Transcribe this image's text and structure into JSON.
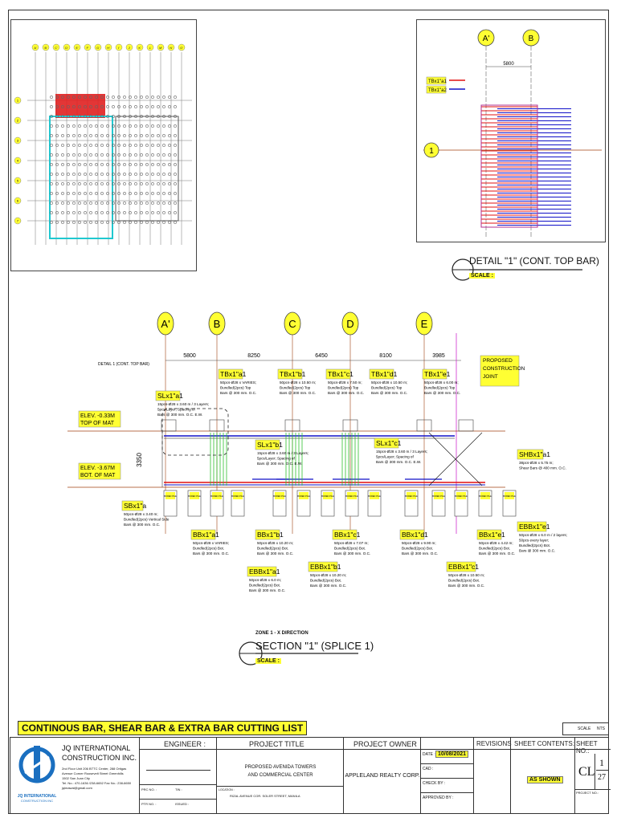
{
  "plan_labels": {
    "grid_top": [
      "A'",
      "B'",
      "C'",
      "D'",
      "E'",
      "F'",
      "G'",
      "H'",
      "I'",
      "J'",
      "K'",
      "L'",
      "M'",
      "N'",
      "O'"
    ],
    "grid_left": [
      "1",
      "2",
      "3",
      "4",
      "5",
      "6",
      "7"
    ]
  },
  "detail1": {
    "grid": [
      "A'",
      "B"
    ],
    "row": "1",
    "dim": "5800",
    "legend": [
      "TBx1\"a1",
      "TBx1\"a2"
    ],
    "title": "DETAIL \"1\" (CONT. TOP BAR)",
    "scale_label": "SCALE :",
    "colors": {
      "red": "#e01010",
      "blue": "#1010c8"
    }
  },
  "section": {
    "grid": [
      "A'",
      "B",
      "C",
      "D",
      "E"
    ],
    "dims": [
      "5800",
      "8250",
      "6450",
      "8100",
      "3985"
    ],
    "detail_ref": "DETAIL 1 (CONT. TOP BAR)",
    "joint_label": [
      "PROPOSED",
      "CONSTRUCTION",
      "JOINT"
    ],
    "elev_top": [
      "ELEV. -0.33M",
      "TOP OF MAT"
    ],
    "elev_bot": [
      "ELEV. -3.67M",
      "BOT. OF MAT"
    ],
    "thickness": "3350",
    "top_tags": [
      {
        "tag": "TBx1\"a1",
        "note": [
          "50pcs-Ø28 x VARIES;",
          "Bundled(2pcs) Top",
          "Bars @ 300 mm. O.C."
        ]
      },
      {
        "tag": "TBx1\"b1",
        "note": [
          "50pcs-Ø28 x 10.50 m;",
          "Bundled(2pcs) Top",
          "Bars @ 300 mm. O.C."
        ]
      },
      {
        "tag": "TBx1\"c1",
        "note": [
          "50pcs-Ø28 x 7.50 m;",
          "Bundled(2pcs) Top",
          "Bars @ 300 mm. O.C."
        ]
      },
      {
        "tag": "TBx1\"d1",
        "note": [
          "50pcs-Ø28 x 10.50 m;",
          "Bundled(2pcs) Top",
          "Bars @ 300 mm. O.C."
        ]
      },
      {
        "tag": "TBx1\"e1",
        "note": [
          "50pcs-Ø28 x 6.00 m;",
          "Bundled(2pcs) Top",
          "Bars @ 300 mm. O.C."
        ]
      }
    ],
    "sl_a": {
      "tag": "SLx1\"a1",
      "note": [
        "15pcs-Ø28 x 3.60 m / 3 Layers;",
        "5pcs/Layer; Spacing of",
        "Bars @ 300 mm. O.C. E.W."
      ]
    },
    "sl_b": {
      "tag": "SLx1\"b1",
      "note": [
        "15pcs-Ø28 x 3.60 m / 3 Layers;",
        "5pcs/Layer; Spacing of",
        "Bars @ 300 mm. O.C. E.W."
      ]
    },
    "sl_c": {
      "tag": "SLx1\"c1",
      "note": [
        "15pcs-Ø28 x 3.60 m / 3 Layers;",
        "5pcs/Layer; Spacing of",
        "Bars @ 300 mm. O.C. E.W."
      ]
    },
    "sh": {
      "tag": "SHBx1\"a1",
      "note": [
        "38pcs-Ø28 x 5.75 m;",
        "Shear Bars @ 400 mm. O.C."
      ]
    },
    "sb": {
      "tag": "SBx1\"a",
      "note": [
        "50pcs-Ø28 x 3.40 m;",
        "Bundled(2pcs) Vertical Side",
        "Bars @ 300 mm. O.C."
      ]
    },
    "bot_tags": [
      {
        "tag": "BBx1\"a1",
        "note": [
          "50pcs-Ø28 x VARIES;",
          "Bundled(2pcs) Bot.",
          "Bars @ 300 mm. O.C."
        ]
      },
      {
        "tag": "BBx1\"b1",
        "note": [
          "50pcs-Ø28 x 10.20 m;",
          "Bundled(2pcs) Bot.",
          "Bars @ 300 mm. O.C."
        ]
      },
      {
        "tag": "BBx1\"c1",
        "note": [
          "50pcs-Ø28 x 7.07 m;",
          "Bundled(2pcs) Bot.",
          "Bars @ 300 mm. O.C."
        ]
      },
      {
        "tag": "BBx1\"d1",
        "note": [
          "50pcs-Ø28 x 9.90 m;",
          "Bundled(2pcs) Bot.",
          "Bars @ 300 mm. O.C."
        ]
      },
      {
        "tag": "BBx1\"e1",
        "note": [
          "50pcs-Ø28 x 4.42 m;",
          "Bundled(2pcs) Bot.",
          "Bars @ 300 mm. O.C."
        ]
      }
    ],
    "eb_tags": [
      {
        "tag": "EBBx1\"a1",
        "note": [
          "50pcs-Ø28 x 6.0 m;",
          "Bundled(2pcs) Bot.",
          "Bars @ 300 mm. O.C."
        ]
      },
      {
        "tag": "EBBx1\"b1",
        "note": [
          "50pcs-Ø28 x 10.20 m;",
          "Bundled(2pcs) Bot.",
          "Bars @ 300 mm. O.C."
        ]
      },
      {
        "tag": "EBBx1\"c1",
        "note": [
          "50pcs-Ø28 x 10.50 m;",
          "Bundled(2pcs) Bot.",
          "Bars @ 300 mm. O.C."
        ]
      },
      {
        "tag": "EBBx1\"e1",
        "note": [
          "50pcs-Ø28 x 6.0 m / 2 layers;",
          "50pcs every layer;",
          "Bundled(2pcs) Bot.",
          "Bars @ 300 mm. O.C."
        ]
      }
    ],
    "pile_label": "BORED PILE",
    "zone_label": "ZONE 1 - X DIRECTION",
    "title": "SECTION \"1\" (SPLICE 1)",
    "scale_label": "SCALE :"
  },
  "sheet_title": "CONTINOUS BAR, SHEAR BAR & EXTRA BAR CUTTING LIST",
  "title_block": {
    "company_name": [
      "JQ INTERNATIONAL",
      "CONSTRUCTION INC."
    ],
    "address": [
      "2nd Floor Unit 206 BTTC Center, 288 Ortigas",
      "Avenue Corner Roosevelt Street Greenhills",
      "1502 San Juan City",
      "Tel. No.: 470-1636 /238-6652   Fax No.: 238-6650",
      "jqimawal@gmail.com"
    ],
    "logo_text": "JQ INTERNATIONAL",
    "logo_sub": "CONSTRUCTION INC",
    "engineer_label": "ENGINEER :",
    "project_title_label": "PROJECT TITLE",
    "project_title": [
      "PROPOSED AVENIDA TOWERS",
      "AND COMMERCIAL CENTER"
    ],
    "project_owner_label": "PROJECT OWNER",
    "project_owner": "APPLELAND REALTY CORP.",
    "date_label": "DATE :",
    "date_value": "10/08/2021",
    "cad_label": "CAD :",
    "check_label": "CHECK BY :",
    "approved_label": "APPROVED BY :",
    "revisions_label": "REVISIONS",
    "sheet_contents_label": "SHEET CONTENTS:",
    "sheet_contents_value": "AS SHOWN",
    "sheet_no_label": "SHEET NO.:",
    "sheet_code": "CL",
    "sheet_num": "1",
    "sheet_total": "27",
    "project_no_label": "PROJECT NO.:",
    "scale_label": "SCALE",
    "scale_value": "NTS",
    "location_label": "LOCATION :",
    "location_value": "RIZAL AVENUE COR. SOLER STREET, MANILA",
    "prc_label": "PRC NO. :",
    "ptr_label": "PTR NO. :",
    "tin_label": "TIN :",
    "issued_label": "ISSUED :"
  }
}
